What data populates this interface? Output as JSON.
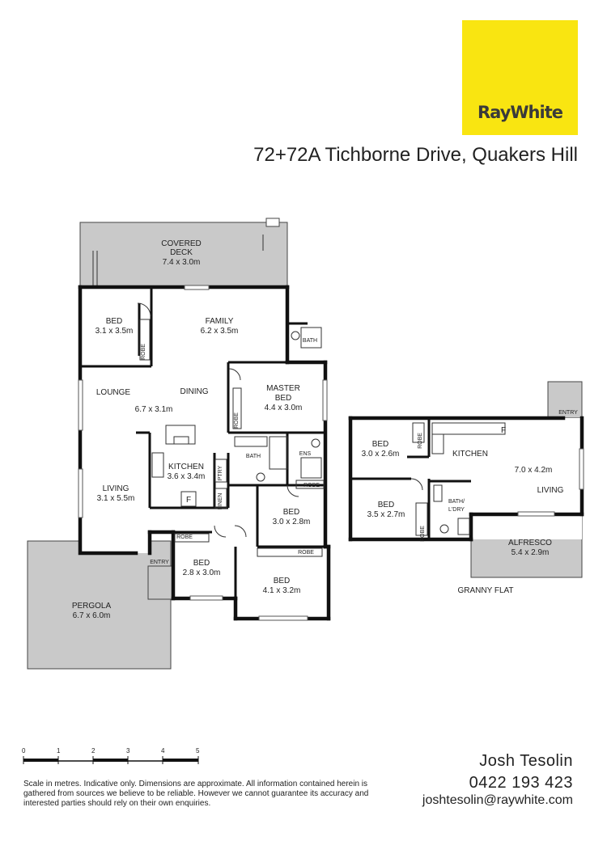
{
  "brand": {
    "logo_text": "RayWhite",
    "logo_color": "#f9e511"
  },
  "address": "72+72A Tichborne Drive, Quakers Hill",
  "main_house": {
    "covered_deck": {
      "name": "COVERED",
      "name2": "DECK",
      "size": "7.4 x 3.0m"
    },
    "bed1": {
      "name": "BED",
      "size": "3.1 x 3.5m"
    },
    "family": {
      "name": "FAMILY",
      "size": "6.2 x 3.5m"
    },
    "bath1": {
      "name": "BATH"
    },
    "lounge": {
      "name": "LOUNGE"
    },
    "dining": {
      "name": "DINING",
      "size": "6.7 x 3.1m"
    },
    "master_bed": {
      "name": "MASTER",
      "name2": "BED",
      "size": "4.4 x 3.0m"
    },
    "kitchen": {
      "name": "KITCHEN",
      "size": "3.6 x 3.4m",
      "fridge": "F"
    },
    "bath2": {
      "name": "BATH"
    },
    "ens": {
      "name": "ENS"
    },
    "living": {
      "name": "LIVING",
      "size": "3.1 x 5.5m"
    },
    "bed2": {
      "name": "BED",
      "size": "3.0 x 2.8m"
    },
    "bed3": {
      "name": "BED",
      "size": "2.8 x 3.0m"
    },
    "bed4": {
      "name": "BED",
      "size": "4.1 x 3.2m"
    },
    "pergola": {
      "name": "PERGOLA",
      "size": "6.7 x 6.0m"
    },
    "entry": "ENTRY",
    "robe": "ROBE",
    "linen": "LINEN",
    "ptry": "PTRY"
  },
  "granny_flat": {
    "label": "GRANNY FLAT",
    "entry": "ENTRY",
    "bed1": {
      "name": "BED",
      "size": "3.0 x 2.6m"
    },
    "kitchen": {
      "name": "KITCHEN",
      "fridge": "F"
    },
    "living": {
      "name": "LIVING",
      "size": "7.0 x 4.2m"
    },
    "bed2": {
      "name": "BED",
      "size": "3.5 x 2.7m"
    },
    "bath": {
      "name": "BATH/",
      "name2": "L'DRY"
    },
    "alfresco": {
      "name": "ALFRESCO",
      "size": "5.4 x 2.9m"
    },
    "robe": "ROBE"
  },
  "scale": {
    "ticks": [
      "0",
      "1",
      "2",
      "3",
      "4",
      "5"
    ]
  },
  "disclaimer": "Scale in metres. Indicative only. Dimensions are approximate. All information contained herein is gathered from sources we believe to be reliable. However we cannot guarantee its accuracy and interested parties should rely on their own enquiries.",
  "agent": {
    "name": "Josh Tesolin",
    "phone": "0422 193 423",
    "email": "joshtesolin@raywhite.com"
  }
}
